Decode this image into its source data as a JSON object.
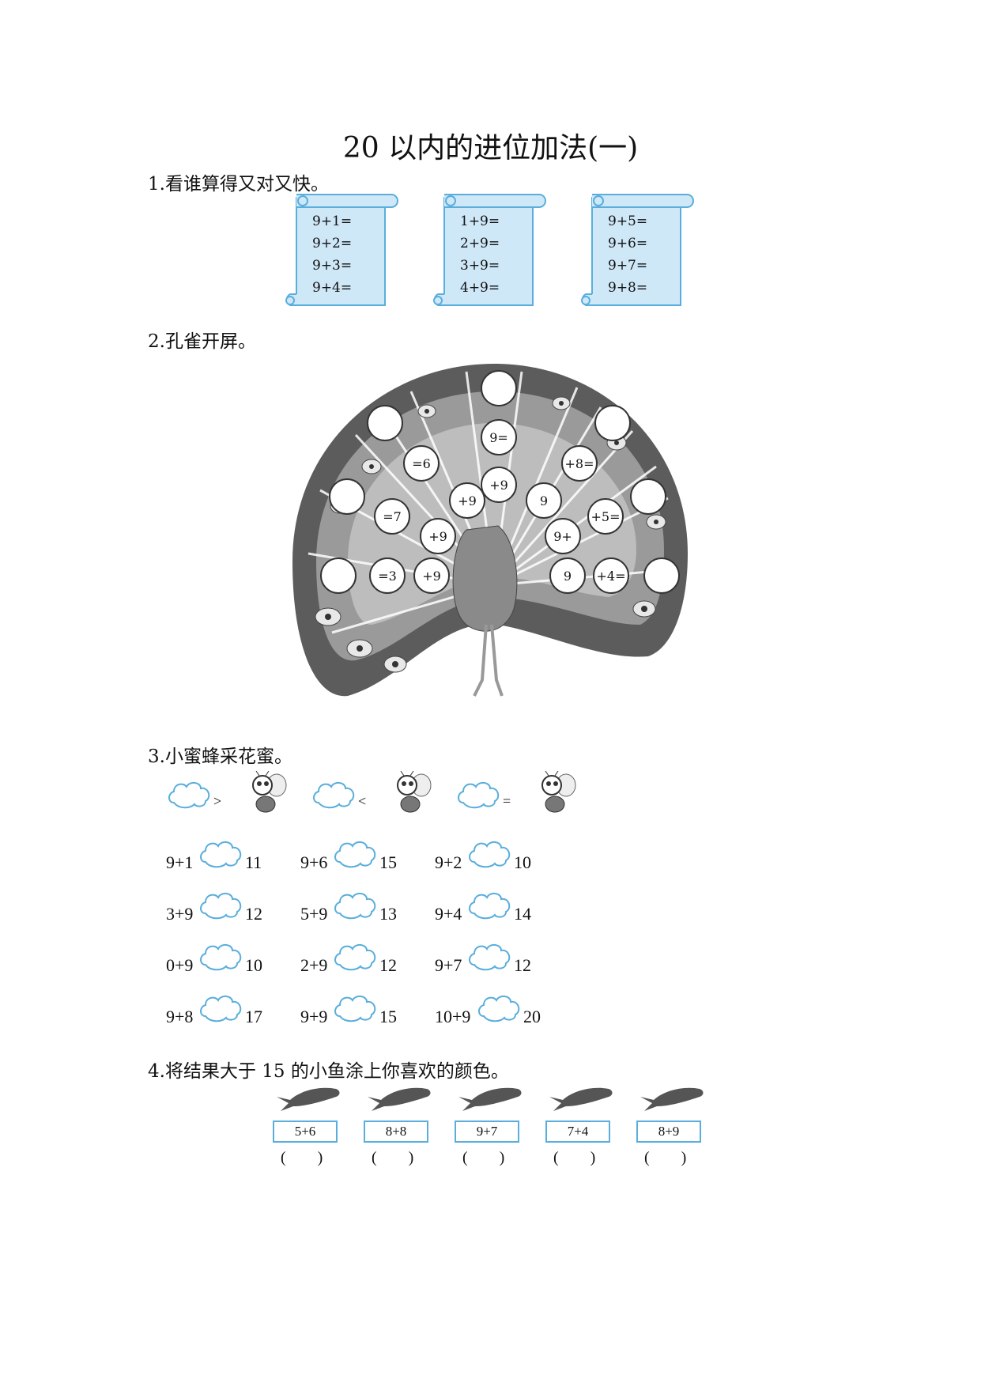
{
  "title": "20 以内的进位加法(一)",
  "section1": {
    "heading": "1.看谁算得又对又快。",
    "scrolls": [
      [
        "9+1=",
        "9+2=",
        "9+3=",
        "9+4="
      ],
      [
        "1+9=",
        "2+9=",
        "3+9=",
        "4+9="
      ],
      [
        "9+5=",
        "9+6=",
        "9+7=",
        "9+8="
      ]
    ]
  },
  "section2": {
    "heading": "2.孔雀开屏。",
    "bubbles": [
      "",
      "9=",
      "",
      "=6",
      "+8=",
      "",
      "+9",
      "+9",
      "9",
      "",
      "=7",
      "+5=",
      "+9",
      "9+",
      "",
      "=3",
      "+9",
      "9",
      "+4=",
      ""
    ]
  },
  "section3": {
    "heading": "3.小蜜蜂采花蜜。",
    "symbols": [
      ">",
      "<",
      "="
    ],
    "rows": [
      [
        [
          "9+1",
          "11"
        ],
        [
          "9+6",
          "15"
        ],
        [
          "9+2",
          "10"
        ]
      ],
      [
        [
          "3+9",
          "12"
        ],
        [
          "5+9",
          "13"
        ],
        [
          "9+4",
          "14"
        ]
      ],
      [
        [
          "0+9",
          "10"
        ],
        [
          "2+9",
          "12"
        ],
        [
          "9+7",
          "12"
        ]
      ],
      [
        [
          "9+8",
          "17"
        ],
        [
          "9+9",
          "15"
        ],
        [
          "10+9",
          "20"
        ]
      ]
    ]
  },
  "section4": {
    "heading": "4.将结果大于 15 的小鱼涂上你喜欢的颜色。",
    "fish": [
      "5+6",
      "8+8",
      "9+7",
      "7+4",
      "8+9"
    ],
    "paren": "(　　)"
  },
  "colors": {
    "accent": "#5aaedc",
    "scroll_fill": "#cfe8f8",
    "peacock_dark": "#5c5c5c",
    "peacock_light": "#bdbdbd"
  }
}
